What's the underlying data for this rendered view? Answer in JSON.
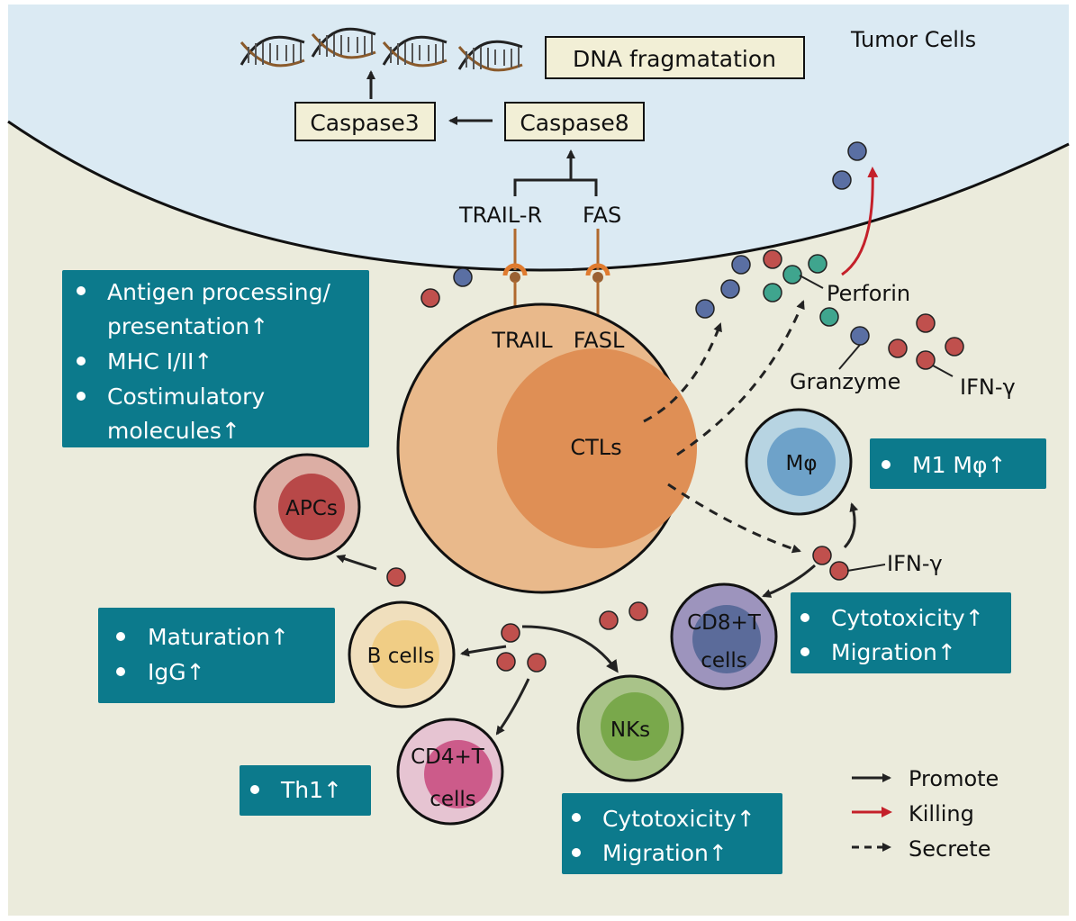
{
  "title": "CTL-mediated anti-tumor immunity",
  "colors": {
    "tumor_bg": "#dbeaf3",
    "stroma_bg": "#ebebdc",
    "teal_box": "#0c7a8c",
    "pathway_box": "#f2efd6",
    "promote_arrow": "#222222",
    "killing_arrow": "#c4202a",
    "granzyme": "#5a6fa3",
    "ifn": "#c0504d",
    "perforin": "#3fa58e"
  },
  "tumor": {
    "label": "Tumor Cells",
    "dna_fragment_count": 4,
    "dna_box": "DNA fragmatation",
    "caspase3": "Caspase3",
    "caspase8": "Caspase8",
    "trail_r": "TRAIL-R",
    "fas": "FAS"
  },
  "ctl": {
    "label": "CTLs",
    "trail": "TRAIL",
    "fasl": "FASL"
  },
  "molecules": {
    "perforin": "Perforin",
    "granzyme": "Granzyme",
    "ifn_gamma": "IFN-γ",
    "ifn_gamma_2": "IFN-γ"
  },
  "cells": {
    "apcs": "APCs",
    "b_cells": "B cells",
    "cd4_line1": "CD4+T",
    "cd4_line2": "cells",
    "nks": "NKs",
    "cd8_line1": "CD8+T",
    "cd8_line2": "cells",
    "macrophage": "Mφ"
  },
  "effect_boxes": {
    "apc": [
      "Antigen processing/",
      "presentation↑",
      "MHC I/II↑",
      "Costimulatory",
      "molecules↑"
    ],
    "b_cell": [
      "Maturation↑",
      "IgG↑"
    ],
    "cd4": [
      "Th1↑"
    ],
    "nk": [
      "Cytotoxicity↑",
      "Migration↑"
    ],
    "cd8": [
      "Cytotoxicity↑",
      "Migration↑"
    ],
    "macrophage": [
      "M1 Mφ↑"
    ]
  },
  "legend": {
    "promote": "Promote",
    "killing": "Killing",
    "secrete": "Secrete"
  }
}
